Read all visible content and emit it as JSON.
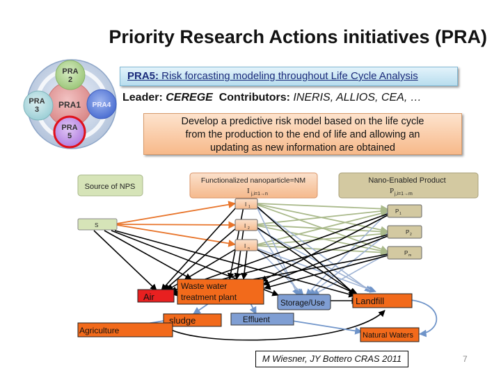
{
  "slide": {
    "title": "Priority Research Actions initiatives (PRA)",
    "page_number": "7",
    "citation": "M Wiesner, JY Bottero CRAS 2011"
  },
  "pra_circle": {
    "center": "PRA1",
    "top": [
      "PRA",
      "2"
    ],
    "left": [
      "PRA",
      "3"
    ],
    "right": "PRA4",
    "bottom": [
      "PRA",
      "5"
    ]
  },
  "banner": {
    "code": "PRA5:",
    "description": " Risk forcasting modeling throughout Life Cycle Analysis"
  },
  "leader": {
    "leader_label": "Leader:",
    "leader_org": "CEREGE",
    "contributors_label": "Contributors:",
    "contributors": "INERIS, ALLIOS, CEA, …"
  },
  "goal": {
    "lines": [
      "Develop a predictive risk model based on the life cycle",
      "from the production to the end of life and allowing an",
      "updating as new information are obtained"
    ]
  },
  "nodes": {
    "source_header": "Source of NPS",
    "nm_header": "Functionalized nanoparticle=NM",
    "nm_sub": "I",
    "nm_sub_index": "j,i=1→n",
    "product_header": "Nano-Enabled Product",
    "product_sub": "P",
    "product_sub_index": "j,i=1→m",
    "s": "S",
    "i1": "I",
    "i1_sub": "1",
    "i2": "I",
    "i2_sub": "2",
    "in": "I",
    "in_sub": "n",
    "p1": "P",
    "p1_sub": "1",
    "p2": "P",
    "p2_sub": "2",
    "pm": "P",
    "pm_sub": "m",
    "air": "Air",
    "wwtp": [
      "Waste water",
      "treatment plant"
    ],
    "storage": "Storage/Use",
    "landfill": "Landfill",
    "sludge": "sludge",
    "effluent": "Effluent",
    "agriculture": "Agriculture",
    "natural_waters": "Natural Waters"
  },
  "colors": {
    "orange_node": "#f26a1b",
    "air_red": "#e82020",
    "blue_node": "#7f9ed3",
    "green_header": "#d6e4b8",
    "tan_header": "#d3c9a1",
    "orange_arrow": "#e8742a",
    "green_arrow": "#a9b98a",
    "blue_arrow": "#6f94c9",
    "black_arrow": "#000000"
  }
}
